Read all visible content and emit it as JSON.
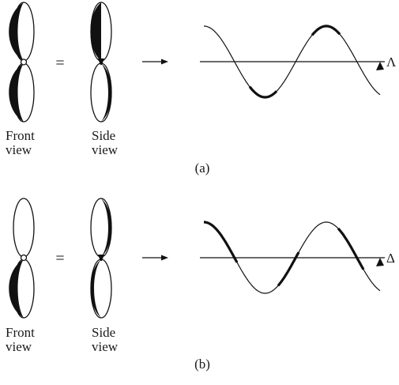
{
  "panels": [
    {
      "caption": "(a)",
      "front_label": [
        "Front",
        "view"
      ],
      "side_label": [
        "Side",
        "view"
      ],
      "equals": "=",
      "axis_label": "Λ"
    },
    {
      "caption": "(b)",
      "front_label": [
        "Front",
        "view"
      ],
      "side_label": [
        "Side",
        "view"
      ],
      "equals": "=",
      "axis_label": "Δ"
    }
  ]
}
